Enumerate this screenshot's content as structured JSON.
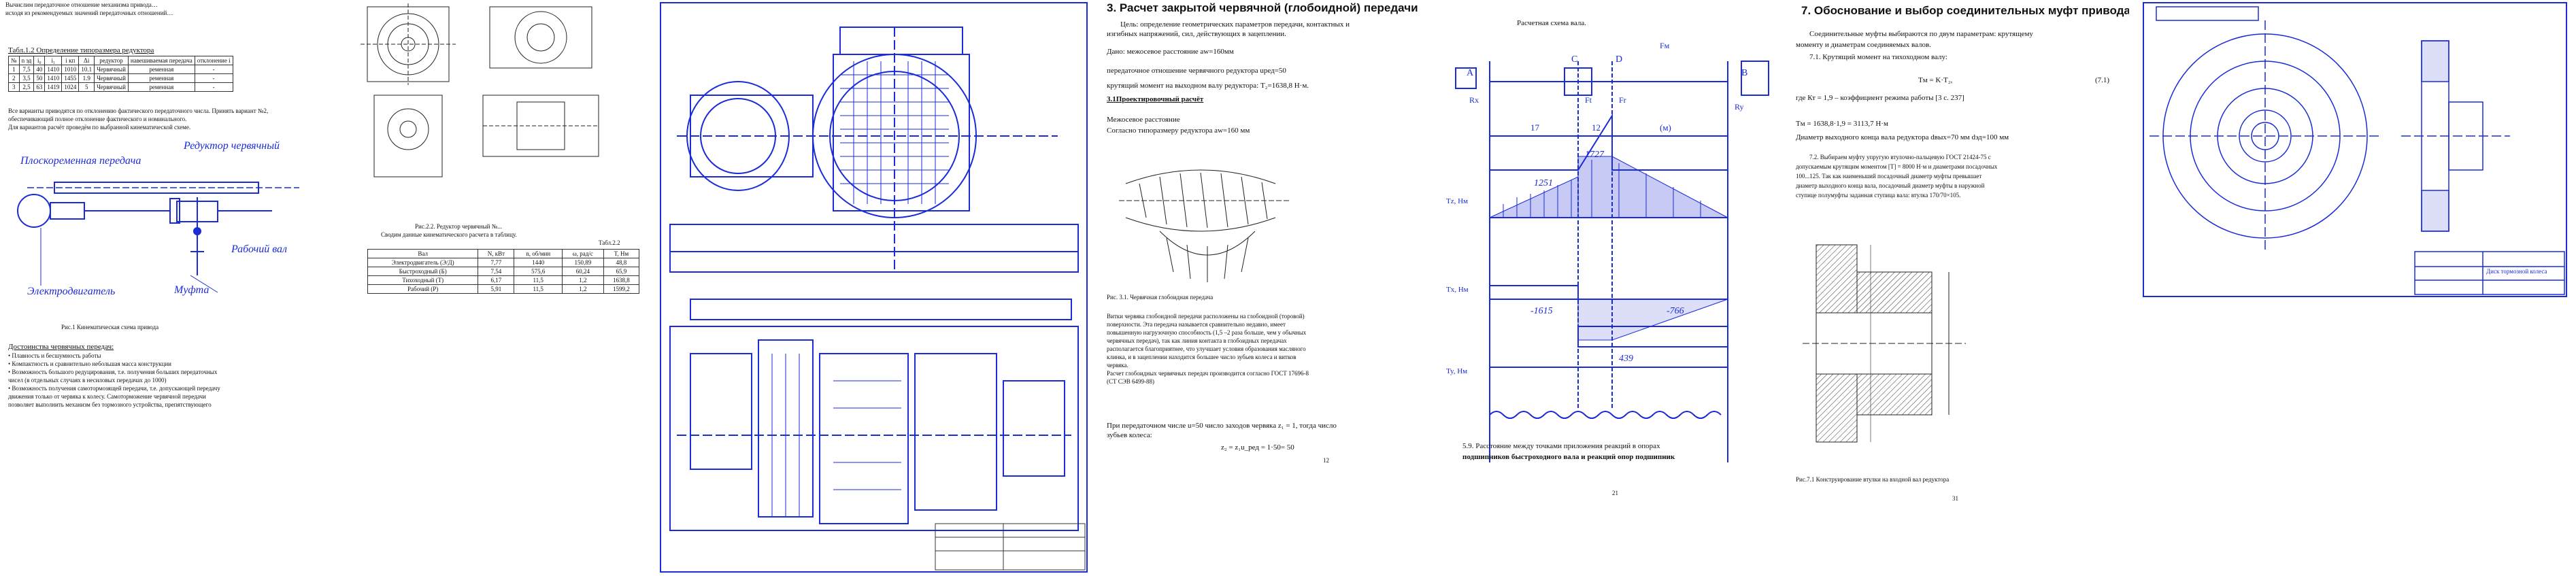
{
  "p1": {
    "top_lines": [
      "Вычислим передаточное отношение механизма привода…",
      "исходя из рекомендуемых значений передаточных отношений…"
    ],
    "table_title": "Табл.1.2 Определение типоразмера редуктора",
    "table_headers": [
      "№",
      "n эд",
      "i₀",
      "i₁",
      "i кп",
      "Δi",
      "редуктор",
      "навешиваемая передача",
      "отклонение i"
    ],
    "table_rows": [
      [
        "1",
        "7,5",
        "40",
        "1410",
        "1010",
        "10.1",
        "Червячный",
        "ременная",
        "-"
      ],
      [
        "2",
        "3,5",
        "50",
        "1410",
        "1455",
        "1.9",
        "Червячный",
        "ременная",
        "-"
      ],
      [
        "3",
        "2,5",
        "63",
        "1419",
        "1024",
        "5",
        "Червячный",
        "ременная",
        "-"
      ]
    ],
    "after_table": [
      "Все варианты приводятся по отклонению фактического передаточного числа. Принять вариант №2,",
      "обеспечивающий полное отклонение фактического и номинального.",
      "Для вариантов расчёт проведём по выбранной кинематической схеме."
    ],
    "scheme_labels": {
      "flat_belt": "Плоскоременная передача",
      "worm_reducer": "Редуктор червячный",
      "motor": "Электродвигатель",
      "coupling": "Муфта",
      "output_shaft": "Рабочий вал"
    },
    "figure_caption": "Рис.1 Кинематическая схема привода",
    "advantages_title": "Достоинства червячных передач:",
    "advantages": [
      "• Плавность и бесшумность работы",
      "• Компактность и сравнительно небольшая масса конструкции",
      "• Возможность большого редуцирования, т.е. получения больших передаточных",
      "  чисел (в отдельных случаях в несиловых передачах до 1000)",
      "• Возможность получения самотормозящей передачи, т.е. допускающей передачу",
      "  движения только от червяка к колесу. Самоторможение червячной передачи",
      "  позволяет выполнить механизм без тормозного устройства, препятствующего"
    ],
    "fig2_caption": "Рис.2.2. Редуктор червячный №...",
    "fig2_subcaption": "Сводим данные кинематического расчета в таблицу.",
    "table2_title": "Табл.2.2",
    "table2_headers": [
      "Вал",
      "N, кВт",
      "n, об/мин",
      "ω, рад/с",
      "T, Нм"
    ],
    "table2_rows": [
      [
        "Электродвигатель (Э/Д)",
        "7,77",
        "1440",
        "150,89",
        "48,8"
      ],
      [
        "Быстроходный (Б)",
        "7,54",
        "575,6",
        "60,24",
        "65,9"
      ],
      [
        "Тихоходный (Т)",
        "6,17",
        "11,5",
        "1,2",
        "1638,8"
      ],
      [
        "Рабочий (Р)",
        "5,91",
        "11,5",
        "1,2",
        "1599,2"
      ]
    ]
  },
  "p3": {
    "heading": "3. Расчет закрытой червячной (глобоидной) передачи",
    "lines": [
      "Цель: определение геометрических параметров передачи, контактных и",
      "изгибных напряжений, сил, действующих в зацеплении.",
      "Дано: межосевое расстояние aw=160мм",
      "передаточное отношение червячного редуктора uред=50",
      "крутящий момент на выходном валу редуктора: T₂=1638,8 Н·м."
    ],
    "sub_heading": "3.1Проектировочный расчёт",
    "lines2": [
      "Межосевое расстояние",
      "Согласно типоразмеру редуктора aw=160 мм"
    ],
    "fig_caption": "Рис. 3.1. Червячная глобоидная передача",
    "paragraph": [
      "Витки червяка глобоидной передачи расположены на глобоидной (торовой)",
      "поверхности. Эта передача называется сравнительно недавно, имеет",
      "повышенную нагрузочную способность (1,5 –2 раза больше, чем у обычных",
      "червячных передач), так как линия контакта в глобоидных передачах",
      "располагается благоприятнее, что улучшает условия образования масляного",
      "клинка, и в зацеплении находится большее число зубьев колеса и витков",
      "червяка.",
      "Расчет глобоидных червячных передач производится согласно ГОСТ 17696-8",
      "(СТ СЭВ 6499-88)"
    ],
    "lines3": [
      "При передаточном числе u=50 число заходов червяка z₁ = 1, тогда число",
      "зубьев колеса:"
    ],
    "formula": "z₂ = z₁u_ред = 1·50= 50",
    "page_no": "12"
  },
  "p4": {
    "title": "Расчетная схема вала.",
    "labels": [
      "A",
      "B",
      "C",
      "D",
      "Ft",
      "Fr",
      "Rx",
      "Ry",
      "Fм",
      "Tz, Нм",
      "Tx, Нм",
      "Ty, Нм"
    ],
    "dims": [
      "17",
      "12",
      "(м)"
    ],
    "values": [
      "1727",
      "1251",
      "-1615",
      "-766",
      "439"
    ],
    "caption_line1": "5.9. Расстояние между точками приложения реакций в опорах",
    "caption_line2": "подшипников быстроходного вала и реакций опор подшипник",
    "page_no": "21"
  },
  "p5": {
    "heading": "7. Обоснование и выбор соединительных муфт привода",
    "lines": [
      "Соединительные муфты выбираются по двум параметрам: крутящему",
      "моменту и диаметрам соединяемых валов.",
      "7.1. Крутящий момент на тихоходном валу:"
    ],
    "formula1": "Tм = K·T₂,",
    "formula1_no": "(7.1)",
    "lines2": [
      "где Кт = 1,9 – коэффициент режима работы [3 с. 237]",
      "Tм = 1638,8·1,9 = 3113,7 Н·м",
      "Диаметр выходного конца вала редуктора dвых=70 мм dэд=100 мм"
    ],
    "para": [
      "7.2. Выбираем муфту упругую втулочно-пальцевую ГОСТ 21424-75 с",
      "допускаемым крутящим моментом [T] = 8000 Н·м и диаметрами посадочных",
      "100...125. Так как наименьший посадочный диаметр муфты превышает",
      "диаметр выходного конца вала, посадочный диаметр муфты в наружной",
      "ступице полумуфты заданная ступица вала: втулка 170/70×105."
    ],
    "fig_caption": "Рис.7.1 Конструирование втулки на входной вал редуктора",
    "page_no": "31"
  },
  "p6": {
    "stamp_text": "Диск тормозной колеса"
  },
  "colors": {
    "blue": "#1a2bd8",
    "red": "#c41212"
  }
}
